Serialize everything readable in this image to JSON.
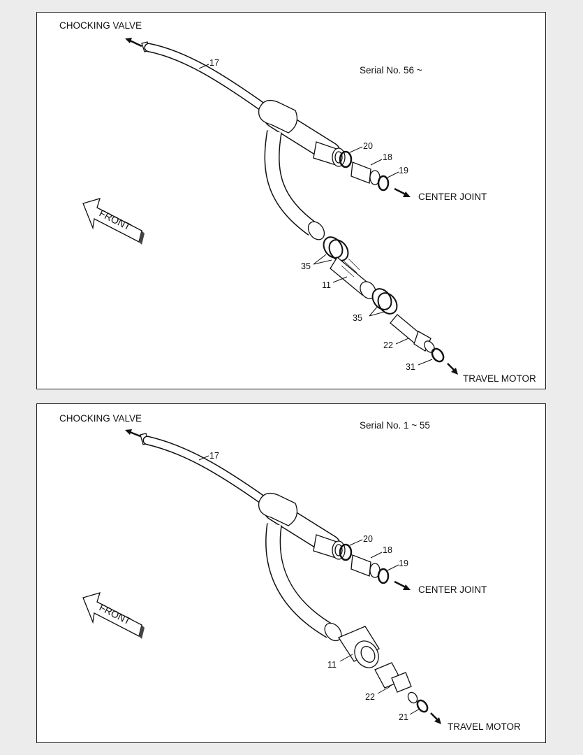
{
  "top": {
    "serial": "Serial No. 56 ~",
    "chocking_valve": "CHOCKING VALVE",
    "center_joint": "CENTER JOINT",
    "travel_motor": "TRAVEL MOTOR",
    "front": "FRONT",
    "parts": {
      "p17": "17",
      "p20": "20",
      "p18": "18",
      "p19": "19",
      "p35a": "35",
      "p11": "11",
      "p35b": "35",
      "p22": "22",
      "p31": "31"
    }
  },
  "bottom": {
    "serial": "Serial No. 1 ~ 55",
    "chocking_valve": "CHOCKING VALVE",
    "center_joint": "CENTER JOINT",
    "travel_motor": "TRAVEL MOTOR",
    "front": "FRONT",
    "parts": {
      "p17": "17",
      "p20": "20",
      "p18": "18",
      "p19": "19",
      "p11": "11",
      "p22": "22",
      "p21": "21"
    }
  }
}
